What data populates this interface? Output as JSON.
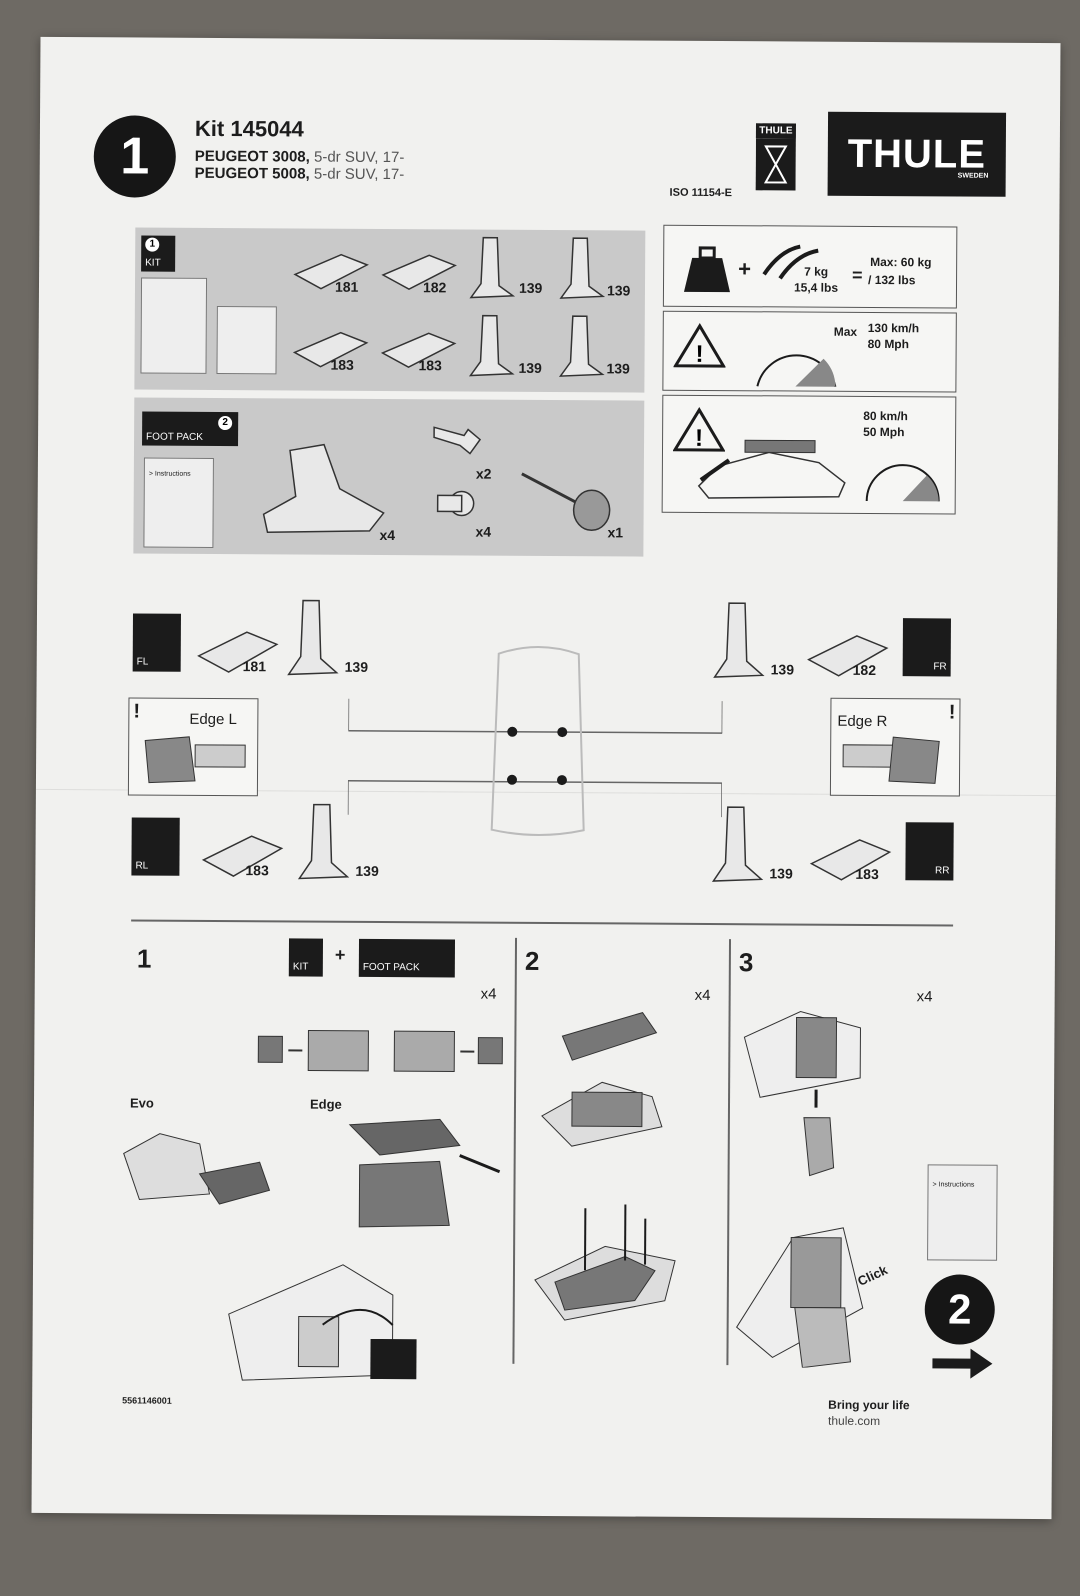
{
  "header": {
    "step_badge": "1",
    "kit": "Kit 145044",
    "models": [
      {
        "make": "PEUGEOT 3008,",
        "desc": " 5-dr SUV, 17-"
      },
      {
        "make": "PEUGEOT 5008,",
        "desc": " 5-dr SUV, 17-"
      }
    ],
    "iso": "ISO 11154-E",
    "logo": "THULE",
    "logo_sub": "SWEDEN",
    "cert_label": "THULE"
  },
  "kit_panel": {
    "tag": "KIT",
    "tag_num": "1",
    "parts_top": [
      "181",
      "182",
      "139",
      "139"
    ],
    "parts_bottom": [
      "183",
      "183",
      "139",
      "139"
    ]
  },
  "foot_panel": {
    "tag": "FOOT PACK",
    "tag_num": "2",
    "booklet": "> Instructions",
    "foot_qty": "x4",
    "key_qty": "x2",
    "lock_qty": "x4",
    "tool_qty": "x1"
  },
  "warnings": {
    "load_weight": "7 kg",
    "load_weight_lbs": "15,4 lbs",
    "equals": "=",
    "load_max": "Max: 60 kg",
    "load_max_lbs": "/ 132 lbs",
    "speed_label": "Max",
    "speed_kmh": "130 km/h",
    "speed_mph": "80 Mph",
    "load_speed_kmh": "80 km/h",
    "load_speed_mph": "50 Mph"
  },
  "positions": {
    "fl": {
      "tag": "FL",
      "pad": "181",
      "bracket": "139"
    },
    "fr": {
      "tag": "FR",
      "pad": "182",
      "bracket": "139"
    },
    "rl": {
      "tag": "RL",
      "pad": "183",
      "bracket": "139"
    },
    "rr": {
      "tag": "RR",
      "pad": "183",
      "bracket": "139"
    },
    "edge_l": "Edge L",
    "edge_r": "Edge R"
  },
  "steps": {
    "s1": "1",
    "s2": "2",
    "s3": "3",
    "kit_tag": "KIT",
    "plus": "+",
    "foot_tag": "FOOT PACK",
    "qty1": "x4",
    "qty2": "x4",
    "qty3": "x4",
    "evo": "Evo",
    "edge": "Edge",
    "click": "Click",
    "next_booklet": "> Instructions",
    "next_badge": "2"
  },
  "footer": {
    "code": "5561146001",
    "slogan": "Bring your life",
    "url": "thule.com"
  }
}
